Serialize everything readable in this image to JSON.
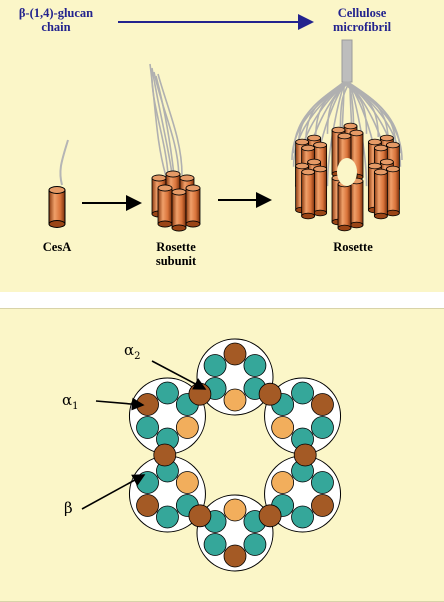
{
  "top_panel": {
    "chain_label": "β-(1,4)-glucan chain",
    "chain_label_line1": "β-(1,4)-glucan",
    "chain_label_line2": "chain",
    "microfibril_label_line1": "Cellulose",
    "microfibril_label_line2": "microfibril",
    "stage_labels": {
      "cesa": "CesA",
      "subunit_line1": "Rosette",
      "subunit_line2": "subunit",
      "rosette": "Rosette"
    }
  },
  "bottom_panel": {
    "alpha1_label": "α",
    "alpha1_sub": "1",
    "alpha2_label": "α",
    "alpha2_sub": "2",
    "beta_label": "β"
  },
  "colors": {
    "panel_background": "#fbf6c8",
    "arrow_blue": "#23238e",
    "cylinder": "#d9733a",
    "teal": "#35a79a",
    "brown": "#a45a25",
    "orange": "#f2ae5c"
  }
}
